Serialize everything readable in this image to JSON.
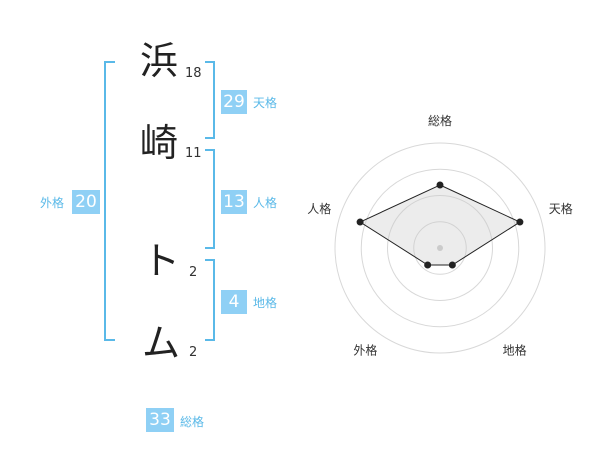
{
  "name": {
    "chars": [
      {
        "char": "浜",
        "strokes": "18"
      },
      {
        "char": "崎",
        "strokes": "11"
      },
      {
        "char": "ト",
        "strokes": "2"
      },
      {
        "char": "ム",
        "strokes": "2"
      }
    ]
  },
  "kakusu": {
    "tenkaku": {
      "value": "29",
      "label": "天格"
    },
    "jinkaku": {
      "value": "13",
      "label": "人格"
    },
    "chikaku": {
      "value": "4",
      "label": "地格"
    },
    "gaikaku": {
      "value": "20",
      "label": "外格"
    },
    "soukaku": {
      "value": "33",
      "label": "総格"
    }
  },
  "colors": {
    "bracket": "#5ab9e8",
    "badge": "#8fd0f5",
    "label": "#5ab9e8"
  },
  "chart_data": {
    "type": "radar",
    "axes": [
      "総格",
      "天格",
      "地格",
      "外格",
      "人格"
    ],
    "levels": 4,
    "values": [
      3,
      4,
      1,
      1,
      4
    ],
    "max": 5
  }
}
